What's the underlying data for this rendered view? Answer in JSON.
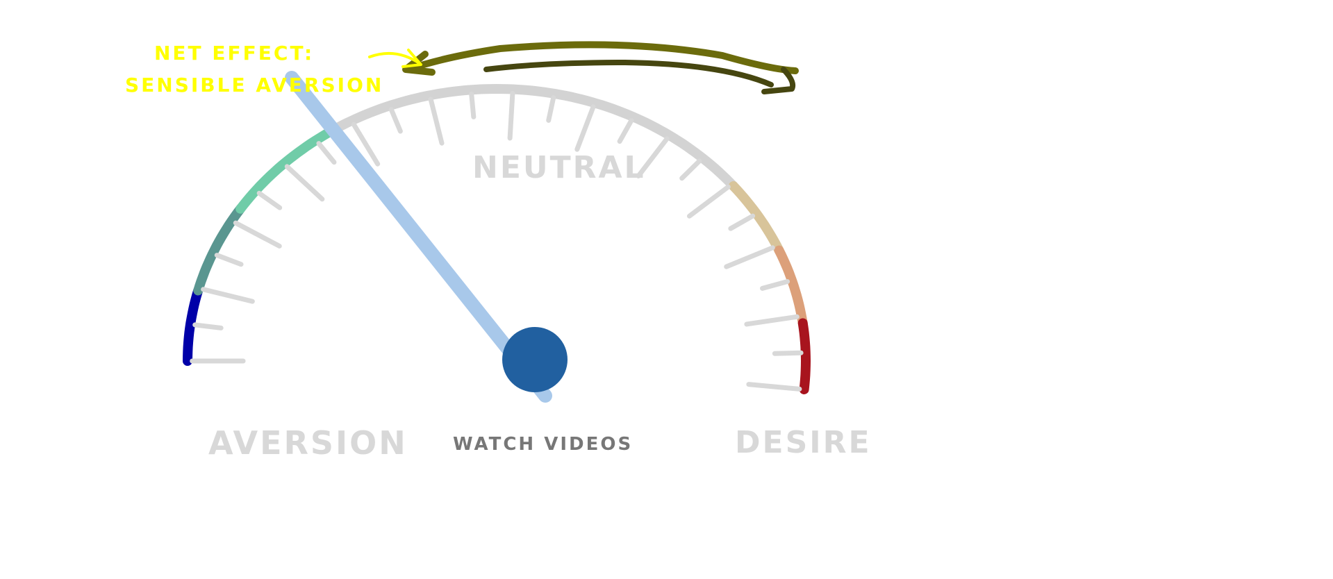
{
  "annotation": {
    "line1": "NET EFFECT:",
    "line2": "SENSIBLE AVERSION",
    "color": "#ffff00"
  },
  "labels": {
    "left": "AVERSION",
    "center": "NEUTRAL",
    "right": "DESIRE",
    "bottom": "WATCH VIDEOS"
  },
  "gauge": {
    "segments": [
      {
        "name": "strong-aversion",
        "from": 180,
        "to": 165,
        "color": "#0000a8"
      },
      {
        "name": "aversion",
        "from": 165,
        "to": 146,
        "color": "#5a9690"
      },
      {
        "name": "mild-aversion",
        "from": 146,
        "to": 122,
        "color": "#70cca8"
      },
      {
        "name": "neutral",
        "from": 122,
        "to": 40,
        "color": "#d3d3d3"
      },
      {
        "name": "mild-desire",
        "from": 40,
        "to": 24,
        "color": "#d8c49a"
      },
      {
        "name": "desire",
        "from": 24,
        "to": 8,
        "color": "#dca07a"
      },
      {
        "name": "strong-desire",
        "from": 8,
        "to": -6,
        "color": "#a8141e"
      }
    ],
    "needle_angle_deg": 118,
    "needle_color": "#a8c8ea",
    "hub_color": "#2160a0",
    "tick_color": "#d8d8d8",
    "label_color": "#d8d8d8",
    "bottom_label_color": "#777777",
    "arrow_colors": [
      "#6b6b0c",
      "#464610"
    ]
  }
}
